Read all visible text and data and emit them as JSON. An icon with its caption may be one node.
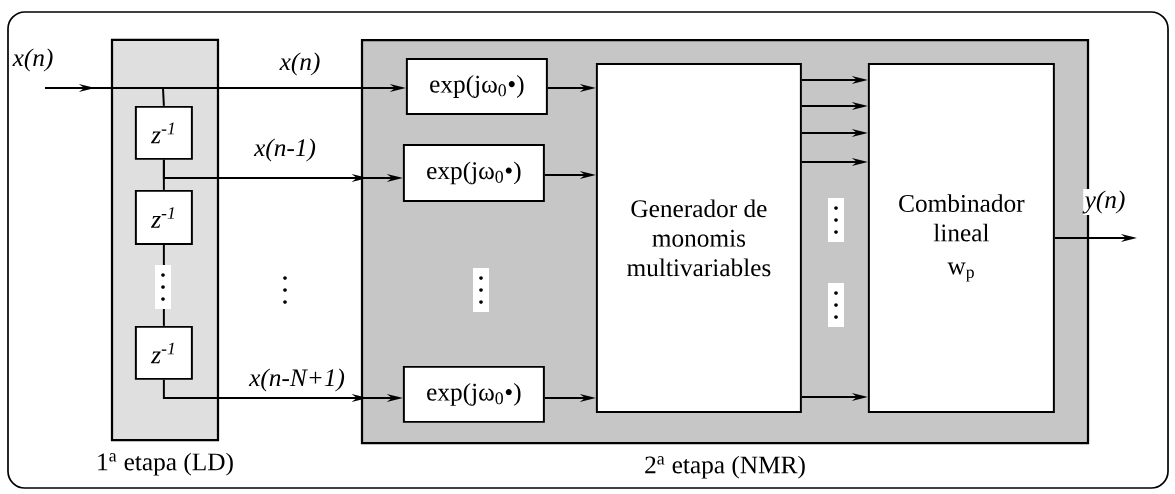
{
  "diagram": {
    "nodes": [
      {
        "text": [
          "1$^{a}$ etapa (LD)"
        ]
      },
      {
        "text": [
          "2$^{a}$ etapa (NMR)"
        ]
      },
      {
        "text": [
          "z$^{-1}$"
        ],
        "in": 0
      },
      {
        "text": [
          "z$^{-1}$"
        ],
        "in": 0
      },
      {
        "text": [
          "z$^{-1}$"
        ],
        "in": 0
      },
      {
        "text": [
          "exp(jω$_{0}$•)"
        ],
        "in": 1
      },
      {
        "text": [
          "exp(jω$_{0}$•)"
        ],
        "in": 1
      },
      {
        "text": [
          "exp(jω$_{0}$•)"
        ],
        "in": 1
      },
      {
        "text": [
          "Generador de monomis multivariables"
        ],
        "in": 1
      },
      {
        "text": [
          "Combinador lineal",
          "w$_{p}$"
        ],
        "in": 1
      }
    ],
    "edges": [
      {
        "from": null,
        "to": 5,
        "arrow": "to",
        "label": "x(n)"
      },
      {
        "from": null,
        "to": 2,
        "arrow": "none"
      },
      {
        "from": 2,
        "to": 3,
        "arrow": "none"
      },
      {
        "from": 3,
        "to": 4,
        "arrow": "none"
      },
      {
        "from": 2,
        "to": 6,
        "arrow": "to",
        "label": "x(n-1)"
      },
      {
        "from": 4,
        "to": 7,
        "arrow": "to",
        "label": "x(n-N+1)"
      },
      {
        "from": 5,
        "to": 8,
        "arrow": "to"
      },
      {
        "from": 6,
        "to": 8,
        "arrow": "to"
      },
      {
        "from": 7,
        "to": 8,
        "arrow": "to"
      },
      {
        "from": 8,
        "to": 9,
        "arrow": "to"
      },
      {
        "from": 8,
        "to": 9,
        "arrow": "to"
      },
      {
        "from": 8,
        "to": 9,
        "arrow": "to"
      },
      {
        "from": 8,
        "to": 9,
        "arrow": "to"
      },
      {
        "from": 8,
        "to": 9,
        "arrow": "to"
      },
      {
        "from": 9,
        "to": null,
        "arrow": "to",
        "label": "y(n)"
      }
    ],
    "labels": [
      "x(n)"
    ]
  }
}
